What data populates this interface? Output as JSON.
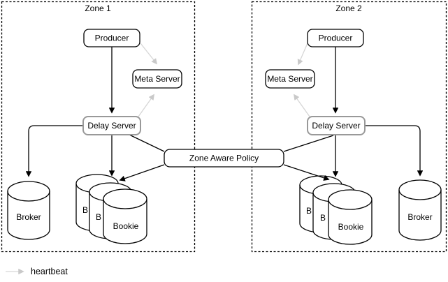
{
  "zones": [
    {
      "title": "Zone 1"
    },
    {
      "title": "Zone 2"
    }
  ],
  "nodes": {
    "zone1": {
      "producer": "Producer",
      "meta_server": "Meta Server",
      "delay_server": "Delay Server",
      "broker": "Broker",
      "bookie_back": "B",
      "bookie_mid": "B",
      "bookie_front": "Bookie"
    },
    "zone2": {
      "producer": "Producer",
      "meta_server": "Meta Server",
      "delay_server": "Delay Server",
      "broker": "Broker",
      "bookie_back": "B",
      "bookie_mid": "B",
      "bookie_front": "Bookie"
    },
    "policy": "Zone Aware Policy"
  },
  "legend": {
    "heartbeat_label": "heartbeat"
  },
  "colors": {
    "line": "#000000",
    "heartbeat_line": "#d6d6d6",
    "heartbeat_arrow": "#c9c9c9",
    "delay_server_border": "#999999",
    "box_fill": "#ffffff",
    "background": "#ffffff"
  }
}
